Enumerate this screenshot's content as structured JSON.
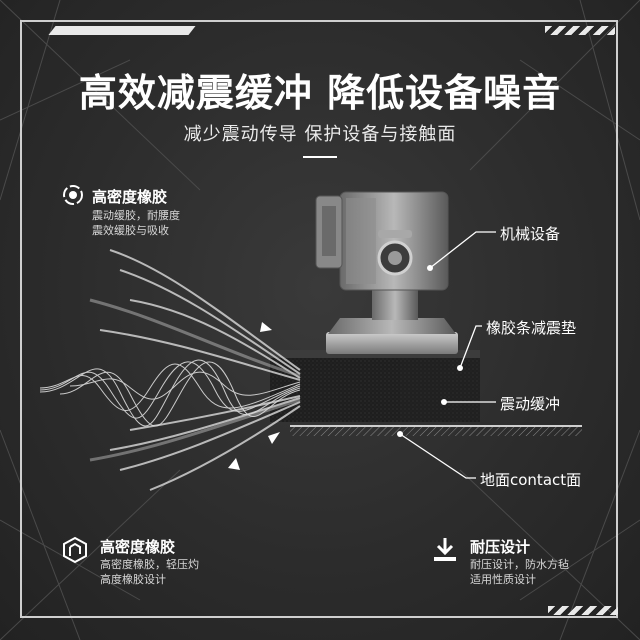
{
  "header": {
    "title": "高效减震缓冲 降低设备噪音",
    "subtitle": "减少震动传导 保护设备与接触面"
  },
  "features": [
    {
      "icon": "target-circle-icon",
      "title": "高密度橡胶",
      "desc_lines": [
        "震动缓胶，耐腰度",
        "震效缓胶与吸收"
      ]
    },
    {
      "icon": "hexagon-outline-icon",
      "title": "高密度橡胶",
      "desc_lines": [
        "高密度橡胶，轻压灼",
        "高度橡胶设计"
      ]
    },
    {
      "icon": "download-arrow-icon",
      "title": "耐压设计",
      "desc_lines": [
        "耐压设计，防水方毡",
        "适用性质设计"
      ]
    }
  ],
  "callouts": {
    "machine": "机械设备",
    "rubber_strip": "橡胶条减震垫",
    "vibration": "震动缓冲",
    "ground": "地面contact面"
  },
  "colors": {
    "background": "#2b2b2b",
    "frame": "#cfcfcf",
    "text": "#ffffff"
  }
}
